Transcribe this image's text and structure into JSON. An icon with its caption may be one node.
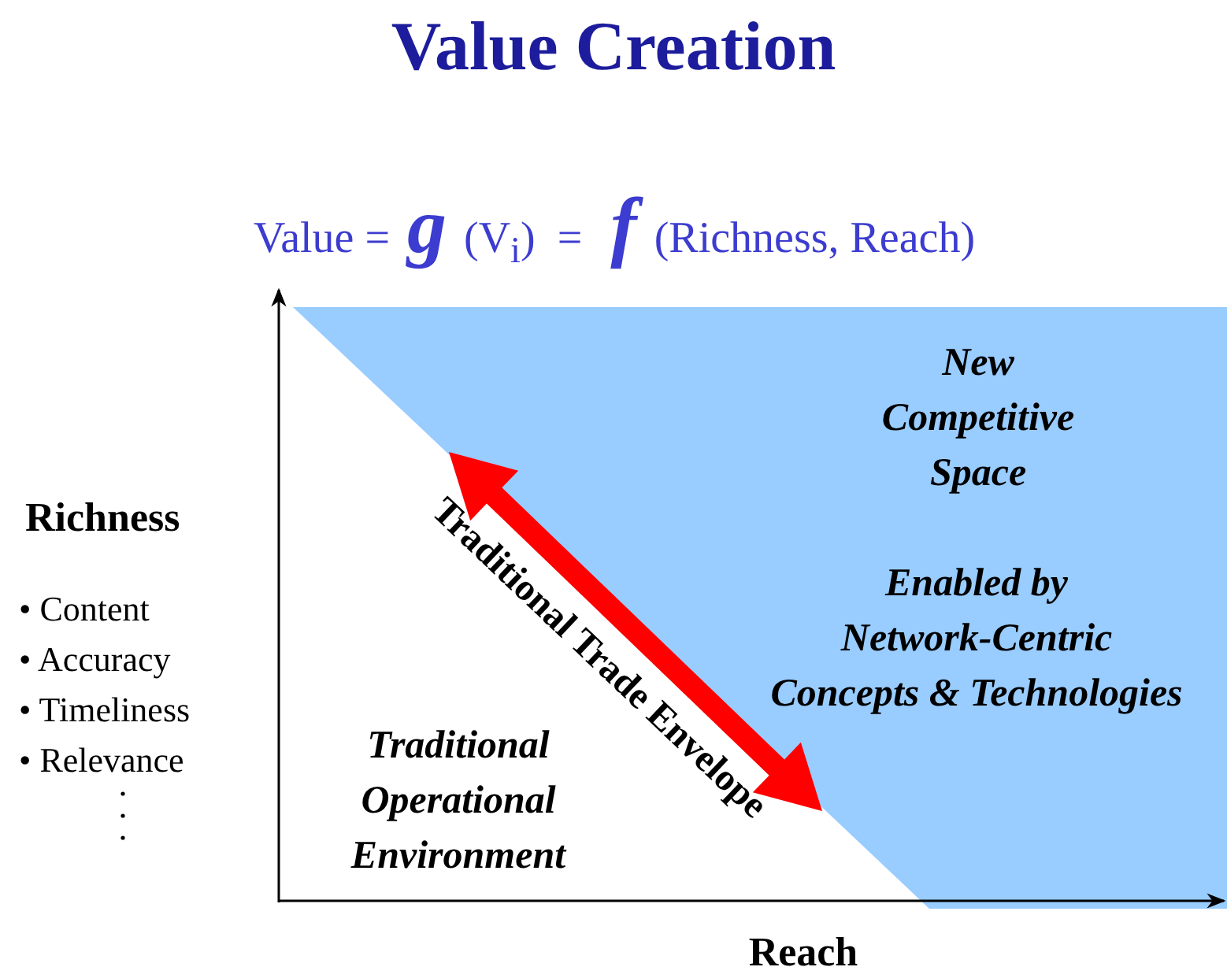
{
  "diagram": {
    "title": "Value Creation",
    "nodes": [
      {
        "text": [
          "New Competitive Space",
          "Enabled by Network-Centric Concepts & Technologies"
        ]
      }
    ],
    "labels": [
      "Value = **g** (V$_{i}$)  =  *f* (Richness, Reach)",
      "Richness",
      "• Content",
      "• Accuracy",
      "• Timeliness",
      "• Relevance",
      "Traditional Trade Envelope",
      "Traditional Operational Environment",
      "Reach"
    ]
  }
}
